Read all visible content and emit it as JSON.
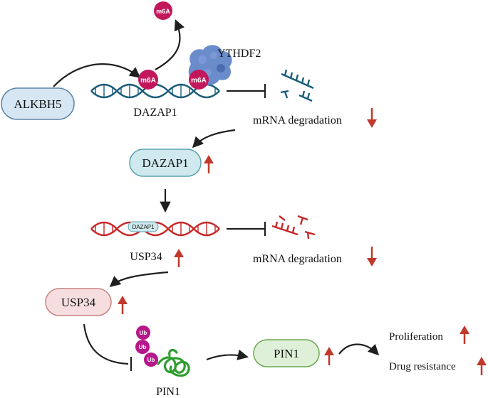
{
  "colors": {
    "arrow": "#1f1f1f",
    "up_arrow": "#c0392b",
    "m6a": "#c2185b",
    "dna_blue": "#1a5c7a",
    "dna_red": "#c62828",
    "ythdf2": "#5a7fc4",
    "pill_blue_fill": "#d6e6f2",
    "pill_blue_stroke": "#5b87a8",
    "pill_teal_fill": "#cfe9ee",
    "pill_teal_stroke": "#5aa1ae",
    "pill_red_fill": "#f7dede",
    "pill_red_stroke": "#c98181",
    "pill_green_fill": "#dff0d8",
    "pill_green_stroke": "#6aa84f",
    "ub": "#b5188a",
    "pin1_coil": "#2e9e2e"
  },
  "nodes": {
    "alkbh5": "ALKBH5",
    "dazap1_pill": "DAZAP1",
    "usp34_pill": "USP34",
    "pin1_pill": "PIN1"
  },
  "labels": {
    "m6a_top": "m6A",
    "m6a_left": "m6A",
    "m6a_right": "m6A",
    "ythdf2": "YTHDF2",
    "dazap1_mrna": "DAZAP1",
    "mrna_deg_1": "mRNA degradation",
    "dazap1_tag": "DAZAP1",
    "usp34_mrna": "USP34",
    "mrna_deg_2": "mRNA degradation",
    "ub1": "Ub",
    "ub2": "Ub",
    "ub3": "Ub",
    "pin1_protein": "PIN1",
    "proliferation": "Proliferation",
    "drug_resistance": "Drug resistance"
  }
}
